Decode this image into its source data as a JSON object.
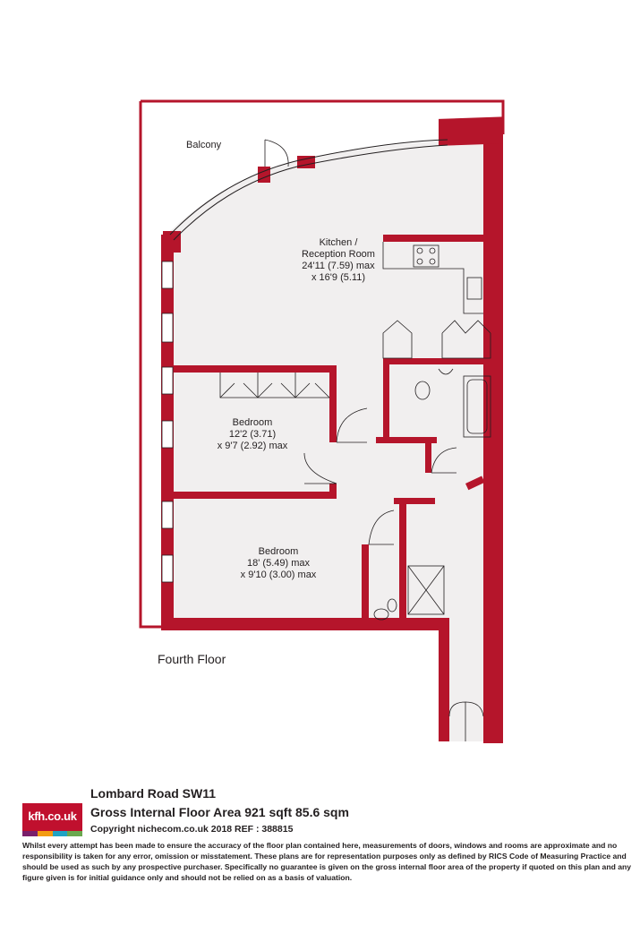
{
  "plan": {
    "rooms": {
      "balcony": "Balcony",
      "kitchen": [
        "Kitchen /",
        "Reception Room",
        "24'11 (7.59) max",
        "x 16'9 (5.11)"
      ],
      "bedroom1": [
        "Bedroom",
        "12'2 (3.71)",
        "x 9'7 (2.92) max"
      ],
      "bedroom2": [
        "Bedroom",
        "18' (5.49) max",
        "x 9'10 (3.00) max"
      ]
    },
    "floor_name": "Fourth Floor"
  },
  "footer": {
    "logo_text": "kfh.co.uk",
    "address": "Lombard Road SW11",
    "area": "Gross Internal Floor Area 921 sqft 85.6 sqm",
    "copyright": "Copyright nichecom.co.uk 2018 REF : 388815",
    "disclaimer": "Whilst every attempt has been made to ensure the accuracy of the floor plan contained here, measurements of doors, windows and rooms are approximate and no responsibility is taken for any error, omission or misstatement.  These plans are for representation purposes only as defined by RICS Code of Measuring Practice and should be used as such by any prospective purchaser.  Specifically no guarantee is given on the gross internal floor area of the property if quoted on this plan and any figure given is for initial guidance only and should not be relied on as a basis of valuation."
  },
  "colors": {
    "wall": "#b5152b",
    "floor_fill": "#f1efef",
    "line": "#231f20",
    "logo_bg": "#c0102e",
    "logo_bar": [
      "#7a1f6b",
      "#f39c12",
      "#1fa3c4",
      "#6aa84f"
    ]
  }
}
